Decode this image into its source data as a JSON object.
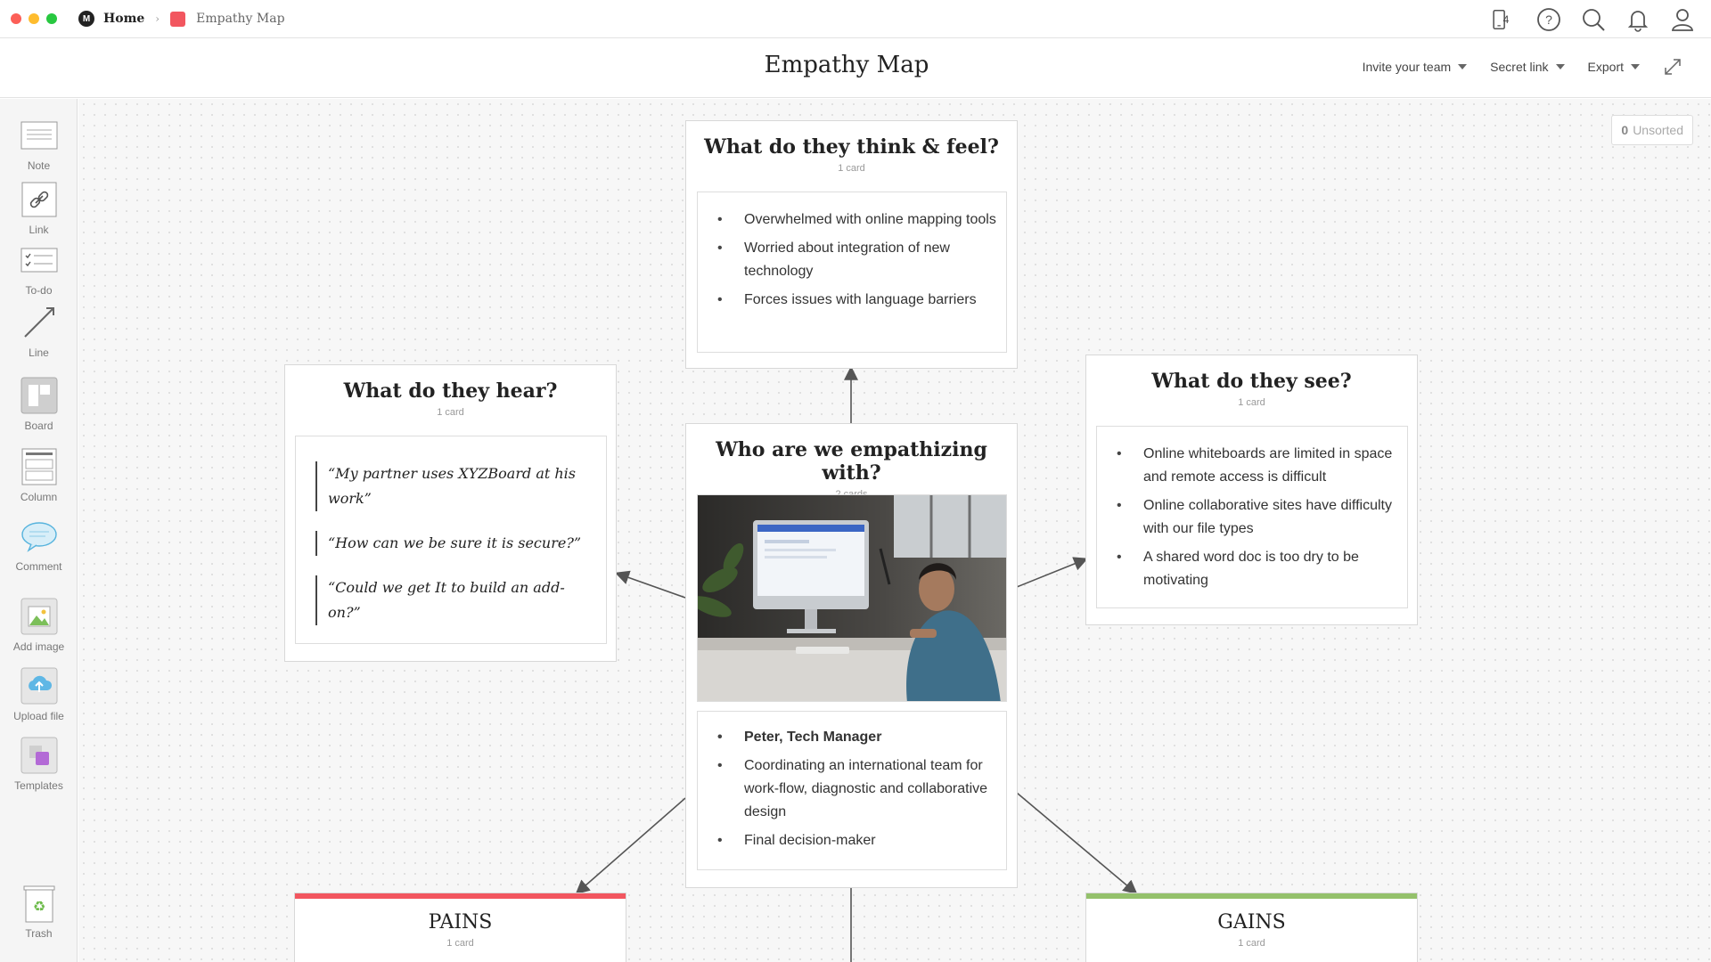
{
  "titlebar": {
    "home_label": "Home",
    "breadcrumb_separator": "›",
    "board_label": "Empathy Map",
    "device_count": "4",
    "board_color": "#f2565f"
  },
  "header": {
    "title": "Empathy Map",
    "invite_label": "Invite your team",
    "secret_link_label": "Secret link",
    "export_label": "Export"
  },
  "toolbar": {
    "note": "Note",
    "link": "Link",
    "todo": "To-do",
    "line": "Line",
    "board": "Board",
    "column": "Column",
    "comment": "Comment",
    "add_image": "Add image",
    "upload_file": "Upload file",
    "templates": "Templates",
    "trash": "Trash"
  },
  "canvas": {
    "unsorted_count": "0",
    "unsorted_label": "Unsorted"
  },
  "boards": {
    "think_feel": {
      "title": "What do they think & feel?",
      "count": "1 card",
      "items": [
        "Overwhelmed with online mapping tools",
        "Worried about integration of new technology",
        "Forces issues with language barriers"
      ]
    },
    "hear": {
      "title": "What do they hear?",
      "count": "1 card",
      "quotes": [
        "“My partner uses XYZBoard at his work”",
        "“How can we be sure it is secure?”",
        "“Could we get It to build an add-on?”"
      ]
    },
    "see": {
      "title": "What do they see?",
      "count": "1 card",
      "items": [
        "Online whiteboards are limited in space and remote access is difficult",
        "Online collaborative sites have difficulty with our file types",
        "A shared word doc is too dry to be motivating"
      ]
    },
    "who": {
      "title": "Who are we empathizing with?",
      "count": "2 cards",
      "persona": "Peter, Tech Manager",
      "items": [
        "Coordinating an international team for work-flow, diagnostic and collaborative design",
        "Final decision-maker"
      ]
    },
    "pains": {
      "title": "PAINS",
      "count": "1 card",
      "color": "#f2565f"
    },
    "gains": {
      "title": "GAINS",
      "count": "1 card",
      "color": "#94c16b"
    }
  }
}
